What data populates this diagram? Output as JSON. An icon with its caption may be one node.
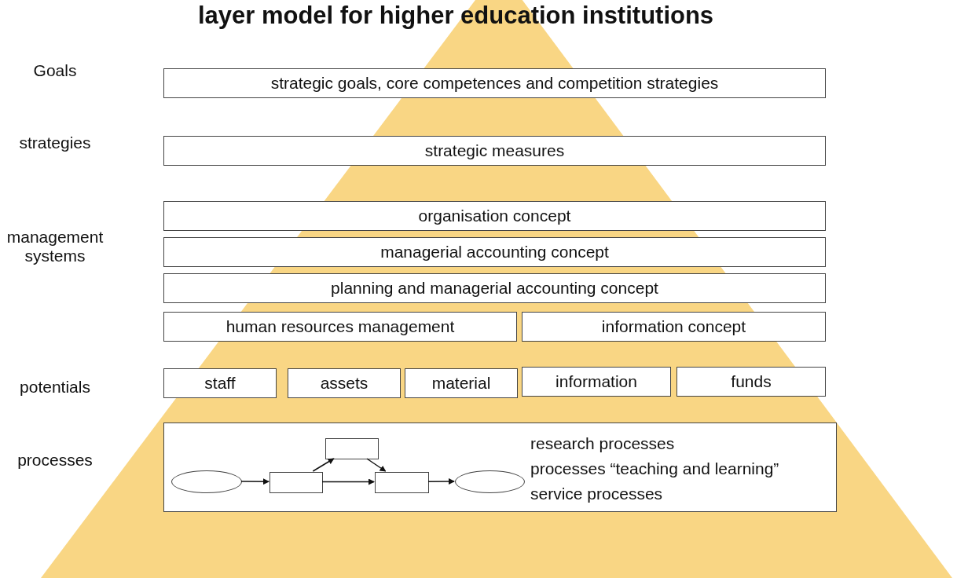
{
  "diagram": {
    "title": "layer model for higher education institutions",
    "nodes": [
      {
        "text": [
          "strategic goals, core competences and competition strategies"
        ]
      },
      {
        "text": [
          "strategic measures"
        ]
      },
      {
        "text": [
          "organisation concept"
        ]
      },
      {
        "text": [
          "managerial accounting concept"
        ]
      },
      {
        "text": [
          "planning and managerial accounting concept"
        ]
      },
      {
        "text": [
          "human resources management"
        ]
      },
      {
        "text": [
          "information concept"
        ]
      },
      {
        "text": [
          "staff"
        ]
      },
      {
        "text": [
          "assets"
        ]
      },
      {
        "text": [
          "material"
        ]
      },
      {
        "text": [
          "information"
        ]
      },
      {
        "text": [
          "funds"
        ]
      },
      {
        "text": [
          "research processes",
          "processes “teaching and learning”",
          "service processes"
        ]
      },
      {
        "text": [],
        "shape": "circle",
        "in": 12
      },
      {
        "text": [],
        "shape": "box",
        "in": 12
      },
      {
        "text": [],
        "shape": "box",
        "in": 12
      },
      {
        "text": [],
        "shape": "box",
        "in": 12
      },
      {
        "text": [],
        "shape": "circle",
        "in": 12
      }
    ],
    "edges": [
      {
        "from": 13,
        "to": 14,
        "arrow": "to"
      },
      {
        "from": 14,
        "to": 15,
        "arrow": "to"
      },
      {
        "from": 15,
        "to": 16,
        "arrow": "to"
      },
      {
        "from": 14,
        "to": 16,
        "arrow": "to"
      },
      {
        "from": 16,
        "to": 17,
        "arrow": "to"
      }
    ],
    "labels": [
      "Goals",
      "strategies",
      "management systems",
      "potentials",
      "processes"
    ]
  }
}
